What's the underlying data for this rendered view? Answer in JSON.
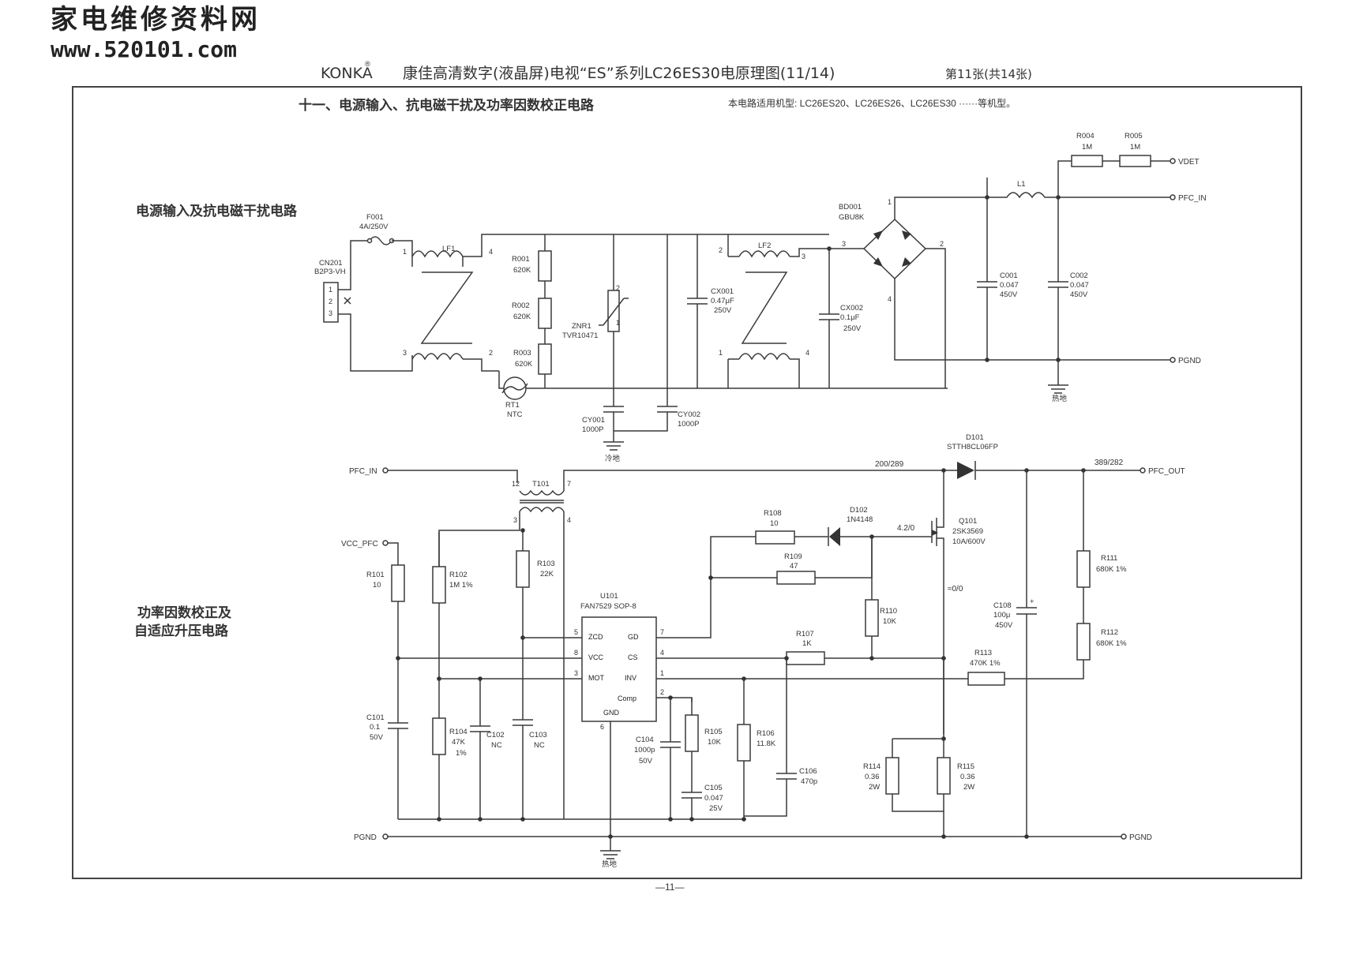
{
  "watermark": {
    "line1": "家电维修资料网",
    "line2": "www.520101.com"
  },
  "header": {
    "brand": "KONKA",
    "reg": "®",
    "title": "康佳高清数字(液晶屏)电视“ES”系列LC26ES30电原理图(11/14)",
    "sheet": "第11张(共14张)"
  },
  "section": {
    "title": "十一、电源输入、抗电磁干扰及功率因数校正电路",
    "models": "本电路适用机型: LC26ES20、LC26ES26、LC26ES30 ······等机型。"
  },
  "subtitles": {
    "emi": "电源输入及抗电磁干扰电路",
    "pfc_line1": "功率因数校正及",
    "pfc_line2": "自适应升压电路"
  },
  "components": {
    "F001": {
      "ref": "F001",
      "value": "4A/250V"
    },
    "CN201": {
      "ref": "CN201",
      "value": "B2P3-VH",
      "pins": [
        "1",
        "2",
        "3"
      ]
    },
    "LF1": {
      "ref": "LF1"
    },
    "LF2": {
      "ref": "LF2"
    },
    "R001": {
      "ref": "R001",
      "value": "620K"
    },
    "R002": {
      "ref": "R002",
      "value": "620K"
    },
    "R003": {
      "ref": "R003",
      "value": "620K"
    },
    "ZNR1": {
      "ref": "ZNR1",
      "value": "TVR10471"
    },
    "CX001": {
      "ref": "CX001",
      "value": "0.47μF",
      "rating": "250V"
    },
    "CX002": {
      "ref": "CX002",
      "value": "0.1μF",
      "rating": "250V"
    },
    "CY001": {
      "ref": "CY001",
      "value": "1000P"
    },
    "CY002": {
      "ref": "CY002",
      "value": "1000P"
    },
    "RT1": {
      "ref": "RT1",
      "value": "NTC"
    },
    "BD001": {
      "ref": "BD001",
      "value": "GBU8K"
    },
    "C001": {
      "ref": "C001",
      "value": "0.047",
      "rating": "450V"
    },
    "C002": {
      "ref": "C002",
      "value": "0.047",
      "rating": "450V"
    },
    "L1": {
      "ref": "L1"
    },
    "R004": {
      "ref": "R004",
      "value": "1M"
    },
    "R005": {
      "ref": "R005",
      "value": "1M"
    },
    "T101": {
      "ref": "T101"
    },
    "D101": {
      "ref": "D101",
      "value": "STTH8CL06FP"
    },
    "D102": {
      "ref": "D102",
      "value": "1N4148"
    },
    "Q101": {
      "ref": "Q101",
      "value": "2SK3569",
      "rating": "10A/600V"
    },
    "U101": {
      "ref": "U101",
      "value": "FAN7529 SOP-8"
    },
    "R101": {
      "ref": "R101",
      "value": "10"
    },
    "R102": {
      "ref": "R102",
      "value": "1M 1%"
    },
    "R103": {
      "ref": "R103",
      "value": "22K"
    },
    "R104": {
      "ref": "R104",
      "value": "47K",
      "tol": "1%"
    },
    "R105": {
      "ref": "R105",
      "value": "10K"
    },
    "R106": {
      "ref": "R106",
      "value": "11.8K"
    },
    "R107": {
      "ref": "R107",
      "value": "1K"
    },
    "R108": {
      "ref": "R108",
      "value": "10"
    },
    "R109": {
      "ref": "R109",
      "value": "47"
    },
    "R110": {
      "ref": "R110",
      "value": "10K"
    },
    "R111": {
      "ref": "R111",
      "value": "680K 1%"
    },
    "R112": {
      "ref": "R112",
      "value": "680K 1%"
    },
    "R113": {
      "ref": "R113",
      "value": "470K 1%"
    },
    "R114": {
      "ref": "R114",
      "value": "0.36",
      "rating": "2W"
    },
    "R115": {
      "ref": "R115",
      "value": "0.36",
      "rating": "2W"
    },
    "C101": {
      "ref": "C101",
      "value": "0.1",
      "rating": "50V"
    },
    "C102": {
      "ref": "C102",
      "value": "NC"
    },
    "C103": {
      "ref": "C103",
      "value": "NC"
    },
    "C104": {
      "ref": "C104",
      "value": "1000p",
      "rating": "50V"
    },
    "C105": {
      "ref": "C105",
      "value": "0.047",
      "rating": "25V"
    },
    "C106": {
      "ref": "C106",
      "value": "470p"
    },
    "C108": {
      "ref": "C108",
      "value": "100μ",
      "rating": "450V"
    }
  },
  "ic_pins": {
    "zcd": "ZCD",
    "gd": "GD",
    "vcc": "VCC",
    "cs": "CS",
    "mot": "MOT",
    "inv": "INV",
    "comp": "Comp",
    "gnd": "GND",
    "n5": "5",
    "n7": "7",
    "n8": "8",
    "n4": "4",
    "n3": "3",
    "n1": "1",
    "n2": "2",
    "n6": "6"
  },
  "nets": {
    "vdet": "VDET",
    "pfc_in": "PFC_IN",
    "pgnd": "PGND",
    "pfc_out": "PFC_OUT",
    "vcc_pfc": "VCC_PFC",
    "hot_ground": "热地",
    "cold_ground": "冷地"
  },
  "voltages": {
    "v200": "200/289",
    "v389": "389/282",
    "v42": "4.2/0",
    "v00": "≈0/0"
  },
  "pins": {
    "p1": "1",
    "p2": "2",
    "p3": "3",
    "p4": "4",
    "p7": "7",
    "p12": "12"
  },
  "page_number": "—11—"
}
